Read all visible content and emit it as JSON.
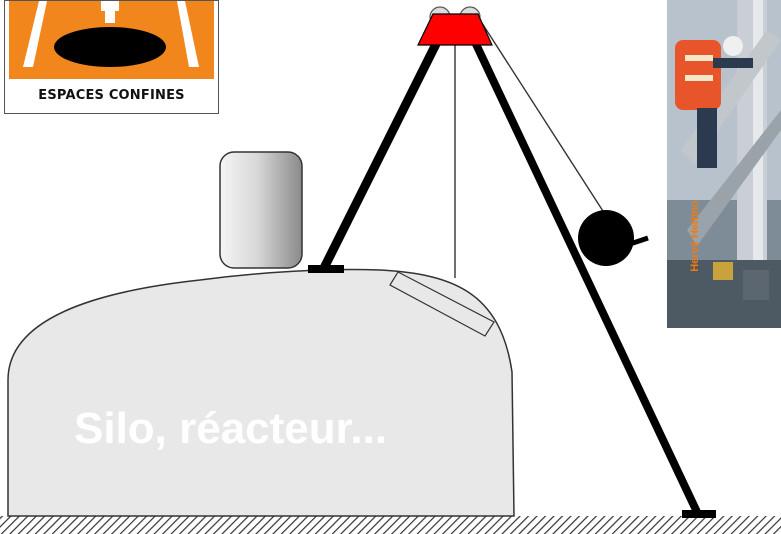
{
  "logo": {
    "caption": "ESPACES CONFINES",
    "colors": {
      "background": "#f0861c",
      "frame": "#ffffff",
      "manhole": "#000000"
    },
    "icon": "tripod-over-manhole-icon"
  },
  "scene": {
    "silo_label": "Silo, réacteur...",
    "colors": {
      "silo_fill": "#e8e8e8",
      "silo_stroke": "#333333",
      "tripod_head": "#ff0000",
      "tripod_leg": "#000000",
      "ground_hatch": "#333333"
    },
    "icons": [
      "tripod-icon",
      "winch-icon",
      "pulley-icon",
      "hatch-cover-icon",
      "manway-cylinder-icon"
    ]
  },
  "photo": {
    "watermark": "Hervé Hettino",
    "description_icon": "worker-at-height-photo"
  }
}
